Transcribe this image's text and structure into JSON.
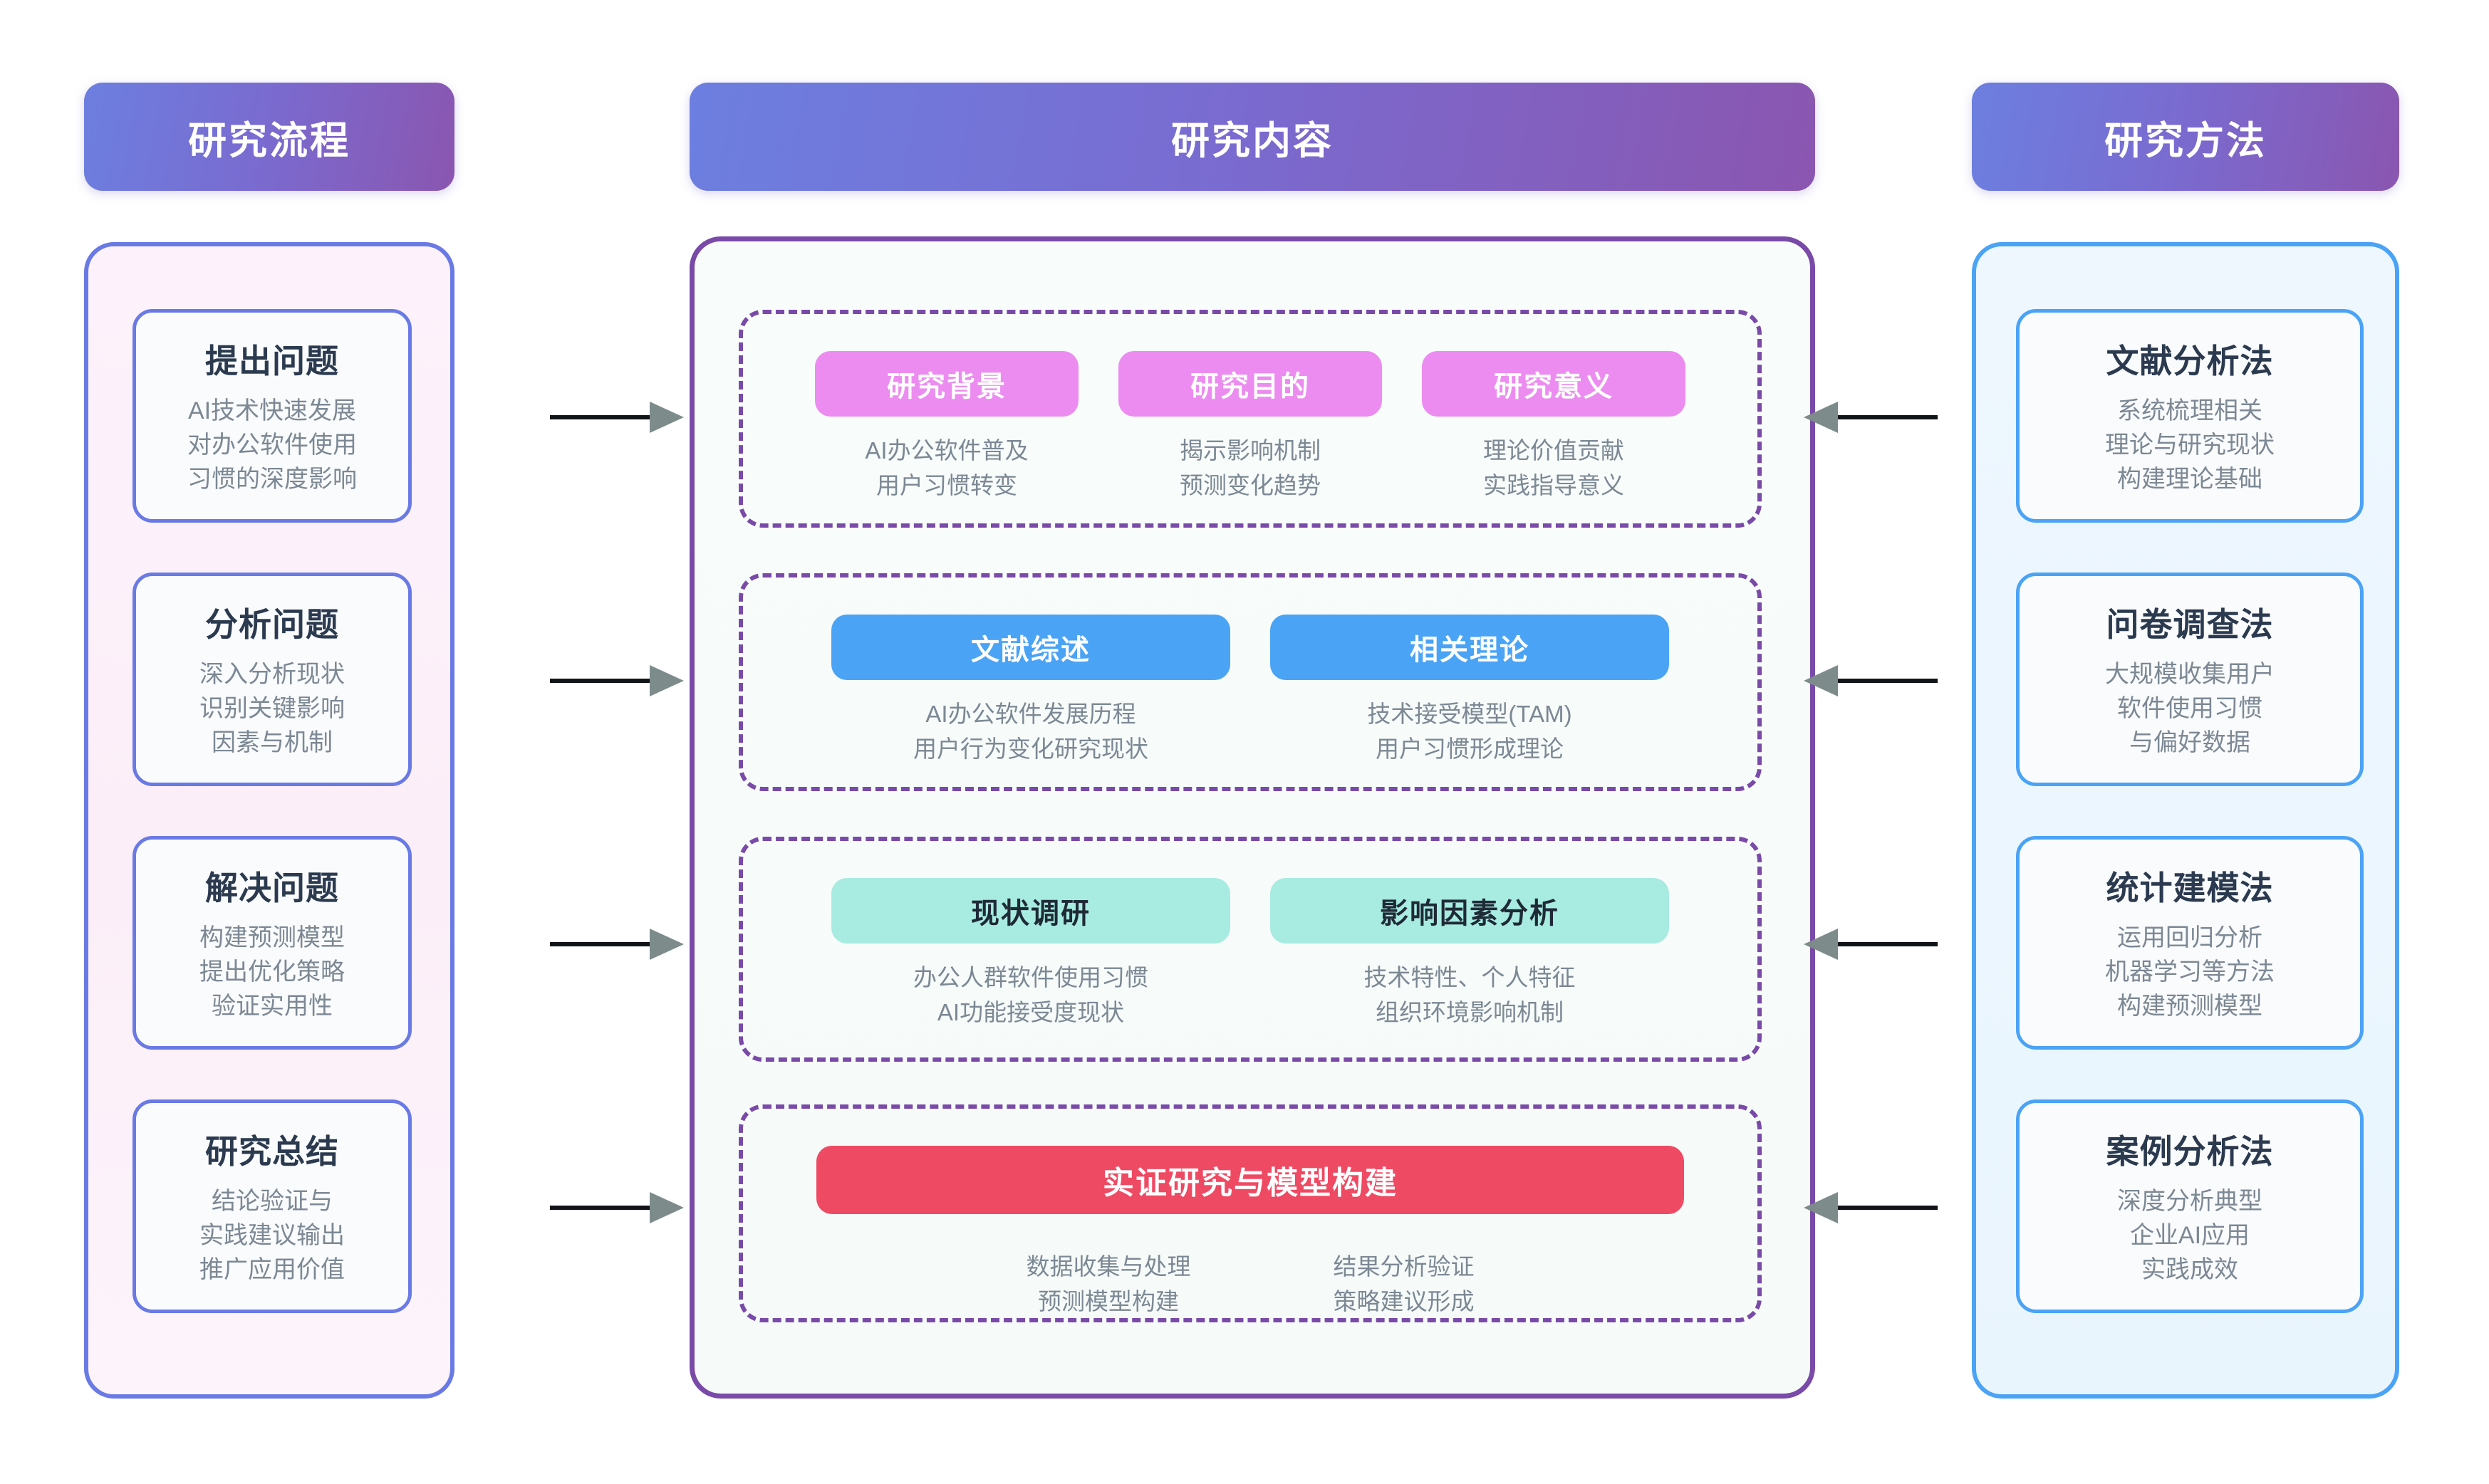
{
  "headers": {
    "left": "研究流程",
    "center": "研究内容",
    "right": "研究方法"
  },
  "colors": {
    "header_gradient_start": "#6c7fe0",
    "header_gradient_end": "#8a56b0",
    "left_panel_border": "#6a7ae5",
    "left_panel_fill": "#fbeef8",
    "center_panel_border": "#7a4aa8",
    "center_panel_fill": "#f7fbfa",
    "right_panel_border": "#4aa3f5",
    "right_panel_fill": "#eaf5fd",
    "pill_pink": "#ec8cf0",
    "pill_blue": "#4aa3f5",
    "pill_teal": "#a8ebe0",
    "pill_red": "#ef4a63",
    "card_title": "#2b3a4f",
    "card_body": "#7c8894",
    "arrow_shaft": "#111418",
    "arrow_head": "#7d8b8b"
  },
  "process_cards": [
    {
      "title": "提出问题",
      "lines": [
        "AI技术快速发展",
        "对办公软件使用",
        "习惯的深度影响"
      ]
    },
    {
      "title": "分析问题",
      "lines": [
        "深入分析现状",
        "识别关键影响",
        "因素与机制"
      ]
    },
    {
      "title": "解决问题",
      "lines": [
        "构建预测模型",
        "提出优化策略",
        "验证实用性"
      ]
    },
    {
      "title": "研究总结",
      "lines": [
        "结论验证与",
        "实践建议输出",
        "推广应用价值"
      ]
    }
  ],
  "method_cards": [
    {
      "title": "文献分析法",
      "lines": [
        "系统梳理相关",
        "理论与研究现状",
        "构建理论基础"
      ]
    },
    {
      "title": "问卷调查法",
      "lines": [
        "大规模收集用户",
        "软件使用习惯",
        "与偏好数据"
      ]
    },
    {
      "title": "统计建模法",
      "lines": [
        "运用回归分析",
        "机器学习等方法",
        "构建预测模型"
      ]
    },
    {
      "title": "案例分析法",
      "lines": [
        "深度分析典型",
        "企业AI应用",
        "实践成效"
      ]
    }
  ],
  "content_groups": [
    {
      "style": "pink",
      "items": [
        {
          "label": "研究背景",
          "lines": [
            "AI办公软件普及",
            "用户习惯转变"
          ]
        },
        {
          "label": "研究目的",
          "lines": [
            "揭示影响机制",
            "预测变化趋势"
          ]
        },
        {
          "label": "研究意义",
          "lines": [
            "理论价值贡献",
            "实践指导意义"
          ]
        }
      ]
    },
    {
      "style": "blue",
      "items": [
        {
          "label": "文献综述",
          "lines": [
            "AI办公软件发展历程",
            "用户行为变化研究现状"
          ]
        },
        {
          "label": "相关理论",
          "lines": [
            "技术接受模型(TAM)",
            "用户习惯形成理论"
          ]
        }
      ]
    },
    {
      "style": "teal",
      "items": [
        {
          "label": "现状调研",
          "lines": [
            "办公人群软件使用习惯",
            "AI功能接受度现状"
          ]
        },
        {
          "label": "影响因素分析",
          "lines": [
            "技术特性、个人特征",
            "组织环境影响机制"
          ]
        }
      ]
    },
    {
      "style": "red",
      "banner": "实证研究与模型构建",
      "columns": [
        {
          "lines": [
            "数据收集与处理",
            "预测模型构建"
          ]
        },
        {
          "lines": [
            "结果分析验证",
            "策略建议形成"
          ]
        }
      ]
    }
  ],
  "arrows": {
    "left_to_center_direction": "right",
    "right_to_center_direction": "left",
    "count_per_side": 4
  }
}
